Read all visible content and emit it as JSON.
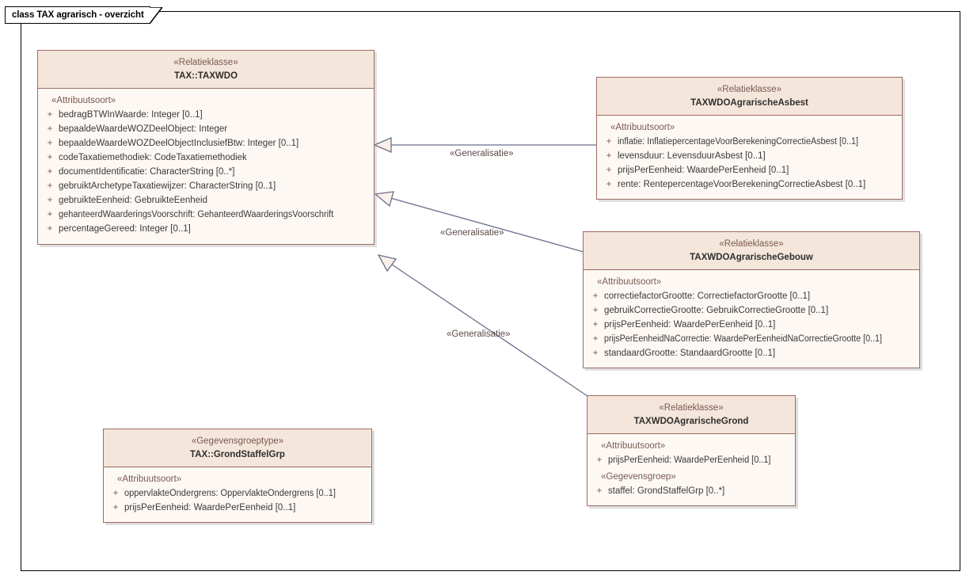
{
  "diagram": {
    "tab_label": "class TAX agrarisch - overzicht",
    "accent_border": "#9c6b63",
    "header_fill": "#f4e6da",
    "body_fill": "#fdf8f4",
    "connector_color": "#6b6f8c",
    "stereotype_color": "#7a5a52"
  },
  "classes": {
    "taxwdo": {
      "stereotype": "«Relatieklasse»",
      "name": "TAX::TAXWDO",
      "sections": [
        {
          "title": "«Attribuutsoort»",
          "attributes": [
            {
              "vis": "+",
              "text": "bedragBTWInWaarde: Integer [0..1]"
            },
            {
              "vis": "+",
              "text": "bepaaldeWaardeWOZDeelObject: Integer"
            },
            {
              "vis": "+",
              "text": "bepaaldeWaardeWOZDeelObjectInclusiefBtw: Integer [0..1]"
            },
            {
              "vis": "+",
              "text": "codeTaxatiemethodiek: CodeTaxatiemethodiek"
            },
            {
              "vis": "+",
              "text": "documentIdentificatie: CharacterString [0..*]"
            },
            {
              "vis": "+",
              "text": "gebruiktArchetypeTaxatiewijzer: CharacterString [0..1]"
            },
            {
              "vis": "+",
              "text": "gebruikteEenheid: GebruikteEenheid"
            },
            {
              "vis": "+",
              "text": "gehanteerdWaarderingsVoorschrift: GehanteerdWaarderingsVoorschrift"
            },
            {
              "vis": "+",
              "text": "percentageGereed: Integer [0..1]"
            }
          ]
        }
      ]
    },
    "asbest": {
      "stereotype": "«Relatieklasse»",
      "name": "TAXWDOAgrarischeAsbest",
      "sections": [
        {
          "title": "«Attribuutsoort»",
          "attributes": [
            {
              "vis": "+",
              "text": "inflatie: InflatiepercentageVoorBerekeningCorrectieAsbest [0..1]"
            },
            {
              "vis": "+",
              "text": "levensduur: LevensduurAsbest [0..1]"
            },
            {
              "vis": "+",
              "text": "prijsPerEenheid: WaardePerEenheid [0..1]"
            },
            {
              "vis": "+",
              "text": "rente: RentepercentageVoorBerekeningCorrectieAsbest [0..1]"
            }
          ]
        }
      ]
    },
    "gebouw": {
      "stereotype": "«Relatieklasse»",
      "name": "TAXWDOAgrarischeGebouw",
      "sections": [
        {
          "title": "«Attribuutsoort»",
          "attributes": [
            {
              "vis": "+",
              "text": "correctiefactorGrootte: CorrectiefactorGrootte [0..1]"
            },
            {
              "vis": "+",
              "text": "gebruikCorrectieGrootte: GebruikCorrectieGrootte [0..1]"
            },
            {
              "vis": "+",
              "text": "prijsPerEenheid: WaardePerEenheid [0..1]"
            },
            {
              "vis": "+",
              "text": "prijsPerEenheidNaCorrectie: WaardePerEenheidNaCorrectieGrootte [0..1]"
            },
            {
              "vis": "+",
              "text": "standaardGrootte: StandaardGrootte [0..1]"
            }
          ]
        }
      ]
    },
    "grond": {
      "stereotype": "«Relatieklasse»",
      "name": "TAXWDOAgrarischeGrond",
      "sections": [
        {
          "title": "«Attribuutsoort»",
          "attributes": [
            {
              "vis": "+",
              "text": "prijsPerEenheid: WaardePerEenheid [0..1]"
            }
          ]
        },
        {
          "title": "«Gegevensgroep»",
          "attributes": [
            {
              "vis": "+",
              "text": "staffel: GrondStaffelGrp [0..*]"
            }
          ]
        }
      ]
    },
    "grondstaffelgrp": {
      "stereotype": "«Gegevensgroeptype»",
      "name": "TAX::GrondStaffelGrp",
      "sections": [
        {
          "title": "«Attribuutsoort»",
          "attributes": [
            {
              "vis": "+",
              "text": "oppervlakteOndergrens: OppervlakteOndergrens [0..1]"
            },
            {
              "vis": "+",
              "text": "prijsPerEenheid: WaardePerEenheid [0..1]"
            }
          ]
        }
      ]
    }
  },
  "connectors": [
    {
      "id": "gen-asbest",
      "label": "«Generalisatie»",
      "from": "asbest",
      "to": "taxwdo"
    },
    {
      "id": "gen-gebouw",
      "label": "«Generalisatie»",
      "from": "gebouw",
      "to": "taxwdo"
    },
    {
      "id": "gen-grond",
      "label": "«Generalisatie»",
      "from": "grond",
      "to": "taxwdo"
    }
  ]
}
